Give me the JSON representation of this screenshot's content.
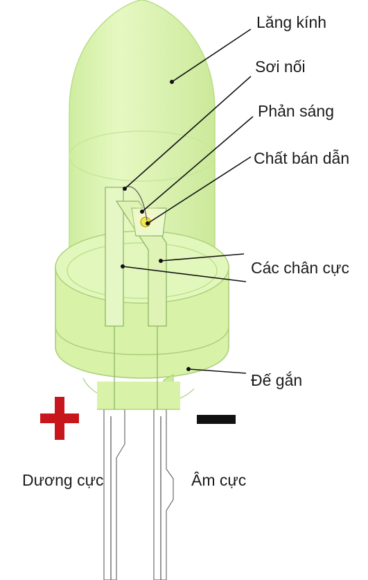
{
  "labels": {
    "lens": "Lăng kính",
    "wire": "Sơi nối",
    "reflector": "Phản sáng",
    "semiconductor": "Chất bán dẫn",
    "leads": "Các chân cực",
    "base": "Đế gắn",
    "positive": "Dương cực",
    "negative": "Âm cực"
  },
  "colors": {
    "body": "#dff5b4",
    "body_edge": "#c4e68c",
    "plus": "#c8161d",
    "minus": "#111111",
    "chip": "#f2e84a"
  },
  "icons": {
    "positive": "plus-sign",
    "negative": "minus-sign"
  }
}
